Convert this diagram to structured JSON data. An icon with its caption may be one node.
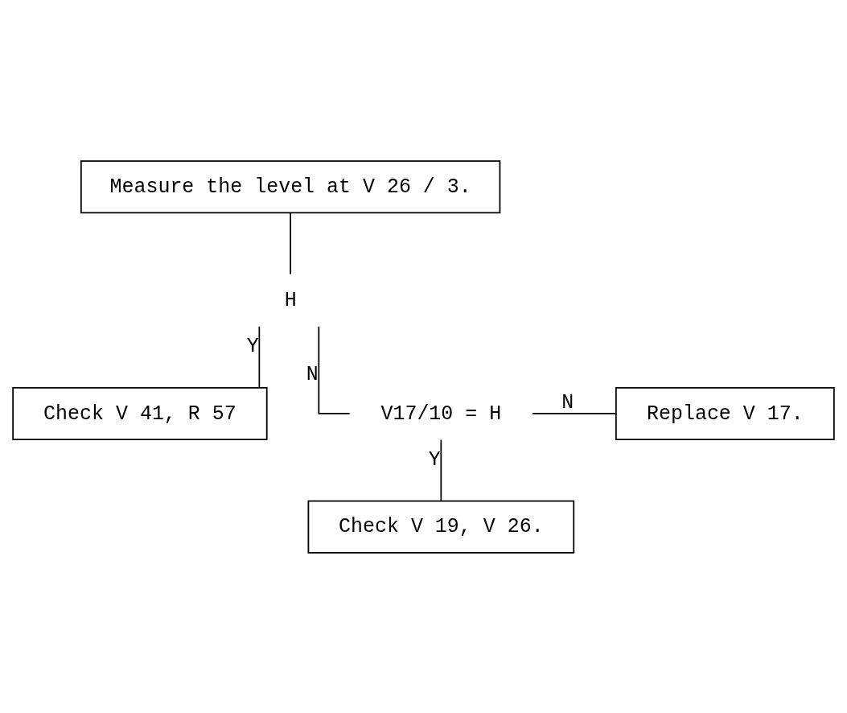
{
  "diagram": {
    "nodes": [
      {
        "text": [
          "Measure the level at V 26 / 3."
        ]
      },
      {
        "text": [
          "H"
        ]
      },
      {
        "text": [
          "Check V 41, R 57"
        ]
      },
      {
        "text": [
          "V17/10 = H"
        ]
      },
      {
        "text": [
          "Replace V 17."
        ]
      },
      {
        "text": [
          "Check V 19, V 26."
        ]
      }
    ],
    "edges": [
      {
        "from": 0,
        "to": 1,
        "arrow": "none"
      },
      {
        "from": 1,
        "to": 2,
        "arrow": "none",
        "label": "Y"
      },
      {
        "from": 1,
        "to": 3,
        "arrow": "none",
        "label": "N"
      },
      {
        "from": 3,
        "to": 4,
        "arrow": "none",
        "label": "N"
      },
      {
        "from": 3,
        "to": 5,
        "arrow": "none",
        "label": "Y"
      }
    ]
  }
}
